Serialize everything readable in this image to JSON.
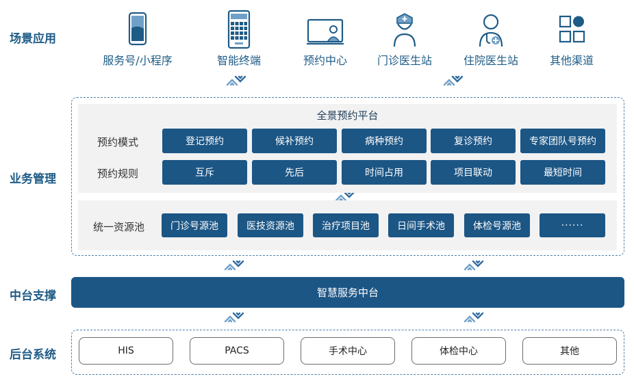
{
  "layers": {
    "scenario": "场景应用",
    "business": "业务管理",
    "middle": "中台支撑",
    "backend": "后台系统"
  },
  "scenarios": [
    {
      "label": "服务号/小程序",
      "icon": "phone-icon"
    },
    {
      "label": "智能终端",
      "icon": "terminal-icon"
    },
    {
      "label": "预约中心",
      "icon": "monitor-doctor-icon"
    },
    {
      "label": "门诊医生站",
      "icon": "nurse-icon"
    },
    {
      "label": "住院医生站",
      "icon": "doctor-icon"
    },
    {
      "label": "其他渠道",
      "icon": "grid-icon"
    }
  ],
  "platform": {
    "title": "全景预约平台",
    "mode_label": "预约模式",
    "modes": [
      "登记预约",
      "候补预约",
      "病种预约",
      "复诊预约",
      "专家团队号预约"
    ],
    "rule_label": "预约规则",
    "rules": [
      "互斥",
      "先后",
      "时间占用",
      "项目联动",
      "最短时间"
    ]
  },
  "pool": {
    "label": "统一资源池",
    "items": [
      "门诊号源池",
      "医技资源池",
      "治疗项目池",
      "日间手术池",
      "体检号源池",
      "······"
    ]
  },
  "middle_platform": "智慧服务中台",
  "backend_systems": [
    "HIS",
    "PACS",
    "手术中心",
    "体检中心",
    "其他"
  ],
  "colors": {
    "primary": "#1c5685",
    "label_text": "#1e5b86",
    "dashed_border": "#4d7ea8",
    "panel_bg": "#f2f2f2"
  }
}
